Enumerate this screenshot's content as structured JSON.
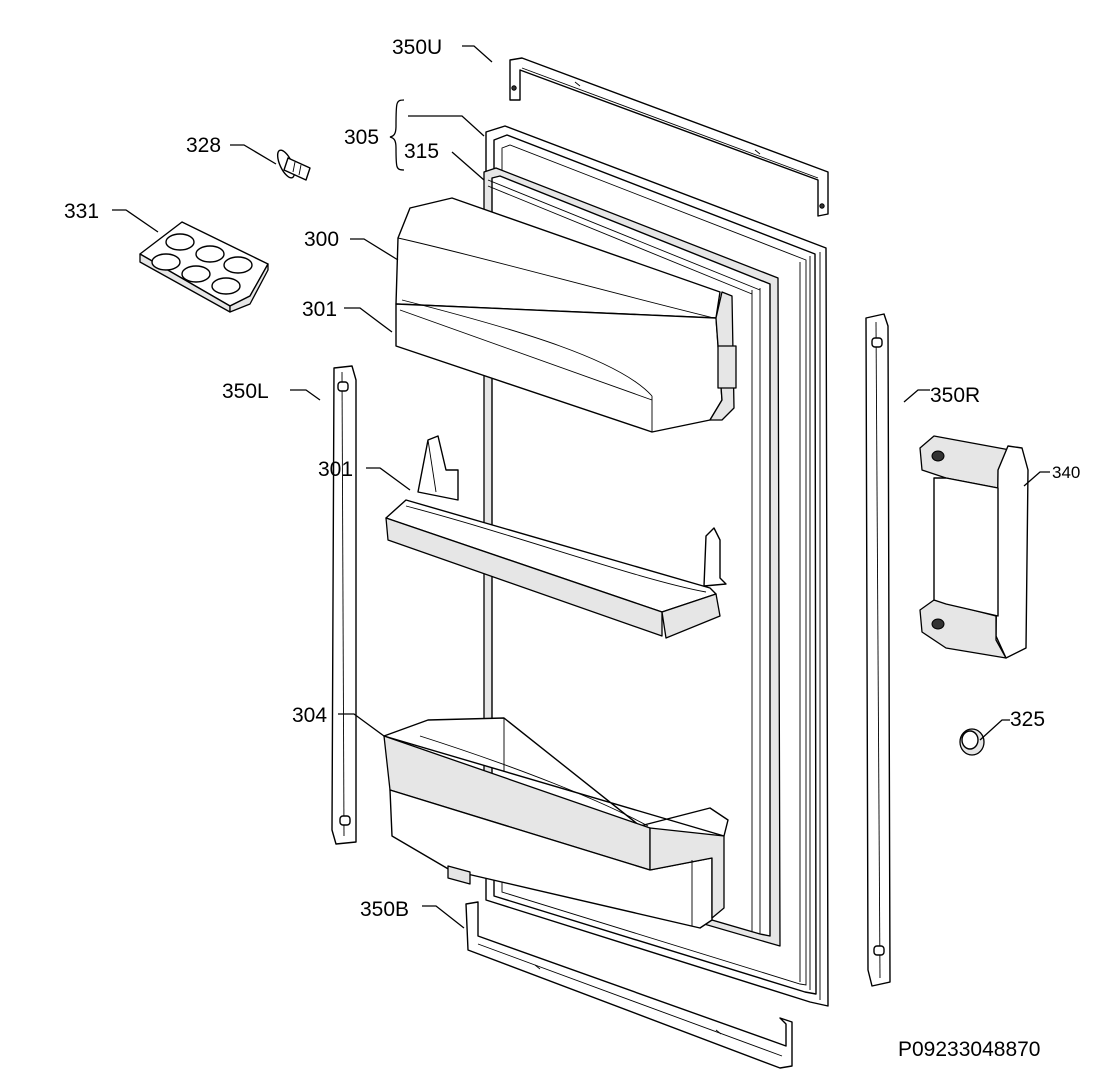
{
  "document_code": "P09233048870",
  "labels": {
    "l350U": "350U",
    "l305": "305",
    "l315": "315",
    "l328": "328",
    "l331": "331",
    "l300": "300",
    "l301a": "301",
    "l301b": "301",
    "l350L": "350L",
    "l350R": "350R",
    "l340": "340",
    "l304": "304",
    "l325": "325",
    "l350B": "350B"
  }
}
